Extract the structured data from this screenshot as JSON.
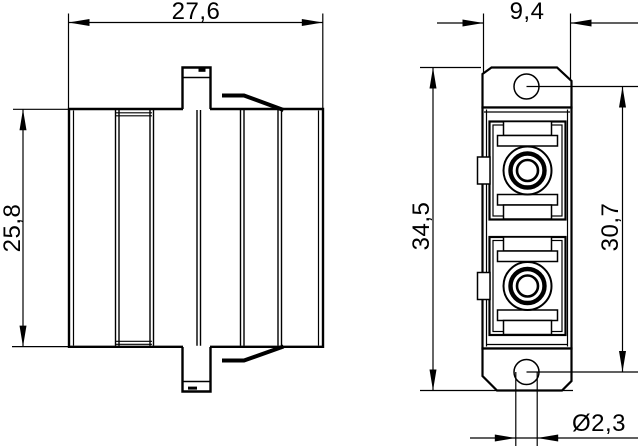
{
  "colors": {
    "line": "#000000",
    "background": "#ffffff"
  },
  "dimensions": {
    "side_width": "27,6",
    "side_height": "25,8",
    "front_width": "9,4",
    "front_height": "34,5",
    "hole_spacing": "30,7",
    "hole_diameter": "Ø2,3"
  }
}
